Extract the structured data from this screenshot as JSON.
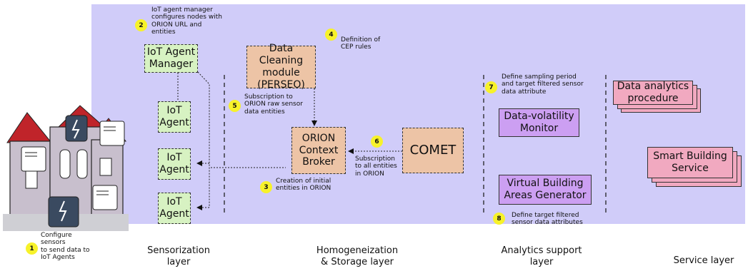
{
  "boxes": {
    "iot_agent_manager": "IoT Agent\nManager",
    "iot_agent_1": "IoT\nAgent",
    "iot_agent_2": "IoT\nAgent",
    "iot_agent_3": "IoT\nAgent",
    "data_cleaning": "Data Cleaning\nmodule\n(PERSEO)",
    "orion": "ORION\nContext\nBroker",
    "comet": "COMET",
    "data_volatility": "Data-volatility\nMonitor",
    "virtual_building": "Virtual Building\nAreas Generator",
    "data_analytics": "Data analytics\nprocedure",
    "smart_building": "Smart Building\nService"
  },
  "steps": [
    {
      "num": "1",
      "text": "Configure\nsensors\nto send data to\nIoT Agents"
    },
    {
      "num": "2",
      "text": "IoT agent manager\nconfigures nodes with\nORION URL and\nentities"
    },
    {
      "num": "3",
      "text": "Creation of initial\nentities in ORION"
    },
    {
      "num": "4",
      "text": "Definition of\nCEP rules"
    },
    {
      "num": "5",
      "text": "Subscription to\nORION raw sensor\ndata entities"
    },
    {
      "num": "6",
      "text": "Subscription\nto all entities\nin ORION"
    },
    {
      "num": "7",
      "text": "Define sampling period\nand target filtered sensor\ndata attribute"
    },
    {
      "num": "8",
      "text": "Define target filtered\nsensor data attributes"
    }
  ],
  "layers": {
    "sensorization": "Sensorization\nlayer",
    "homogeneization": "Homogeneization\n& Storage layer",
    "analytics": "Analytics support\nlayer",
    "service": "Service layer"
  },
  "colors": {
    "panel": "#d0ccf9",
    "green": "#d7f2c2",
    "tan": "#edc4a6",
    "purple": "#cc9ff2",
    "pink": "#f1a9c0",
    "badge": "#f7f22a"
  }
}
